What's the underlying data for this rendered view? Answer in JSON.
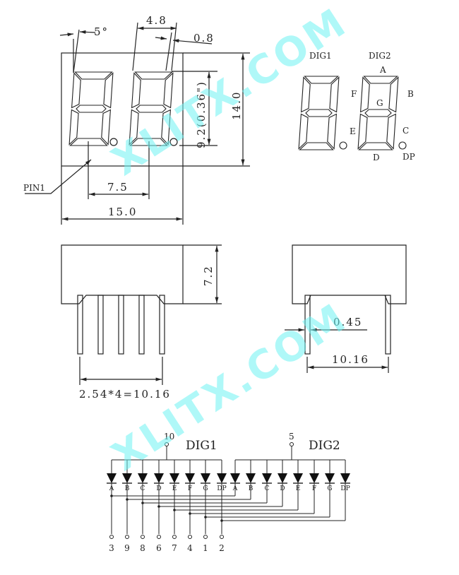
{
  "watermark": "XLITX.COM",
  "top_view": {
    "angle": "5°",
    "digit_width": "4.8",
    "segment_width": "0.8",
    "digit_height": "9.2(0.36\")",
    "body_height": "14.0",
    "pitch": "7.5",
    "body_width": "15.0",
    "pin1": "PIN1"
  },
  "segment_map": {
    "dig1": "DIG1",
    "dig2": "DIG2",
    "segments": [
      "A",
      "B",
      "C",
      "D",
      "E",
      "F",
      "G",
      "DP"
    ]
  },
  "side_view": {
    "height": "7.2",
    "pin_pitch": "2.54*4=10.16"
  },
  "end_view": {
    "pin_dia": "0.45",
    "row_spacing": "10.16"
  },
  "circuit": {
    "common1_pin": "10",
    "common1_label": "DIG1",
    "common2_pin": "5",
    "common2_label": "DIG2",
    "dig1_segments": [
      "A",
      "B",
      "C",
      "D",
      "E",
      "F",
      "G",
      "DP"
    ],
    "dig2_segments": [
      "A",
      "B",
      "C",
      "D",
      "E",
      "F",
      "G",
      "DP"
    ],
    "pins": [
      "3",
      "9",
      "8",
      "6",
      "7",
      "4",
      "1",
      "2"
    ]
  }
}
